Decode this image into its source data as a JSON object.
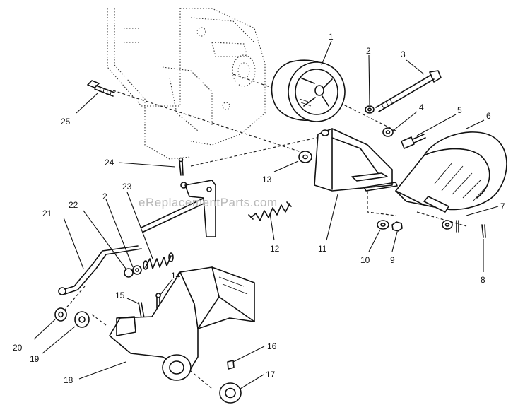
{
  "watermark": "eReplacementParts.com",
  "callouts": {
    "c1": "1",
    "c2a": "2",
    "c2b": "2",
    "c3": "3",
    "c4": "4",
    "c5": "5",
    "c6": "6",
    "c7": "7",
    "c8": "8",
    "c9": "9",
    "c10": "10",
    "c11": "11",
    "c12": "12",
    "c13": "13",
    "c14": "14",
    "c15": "15",
    "c16": "16",
    "c17": "17",
    "c18": "18",
    "c19": "19",
    "c20": "20",
    "c21": "21",
    "c22": "22",
    "c23": "23",
    "c24": "24",
    "c25": "25"
  }
}
